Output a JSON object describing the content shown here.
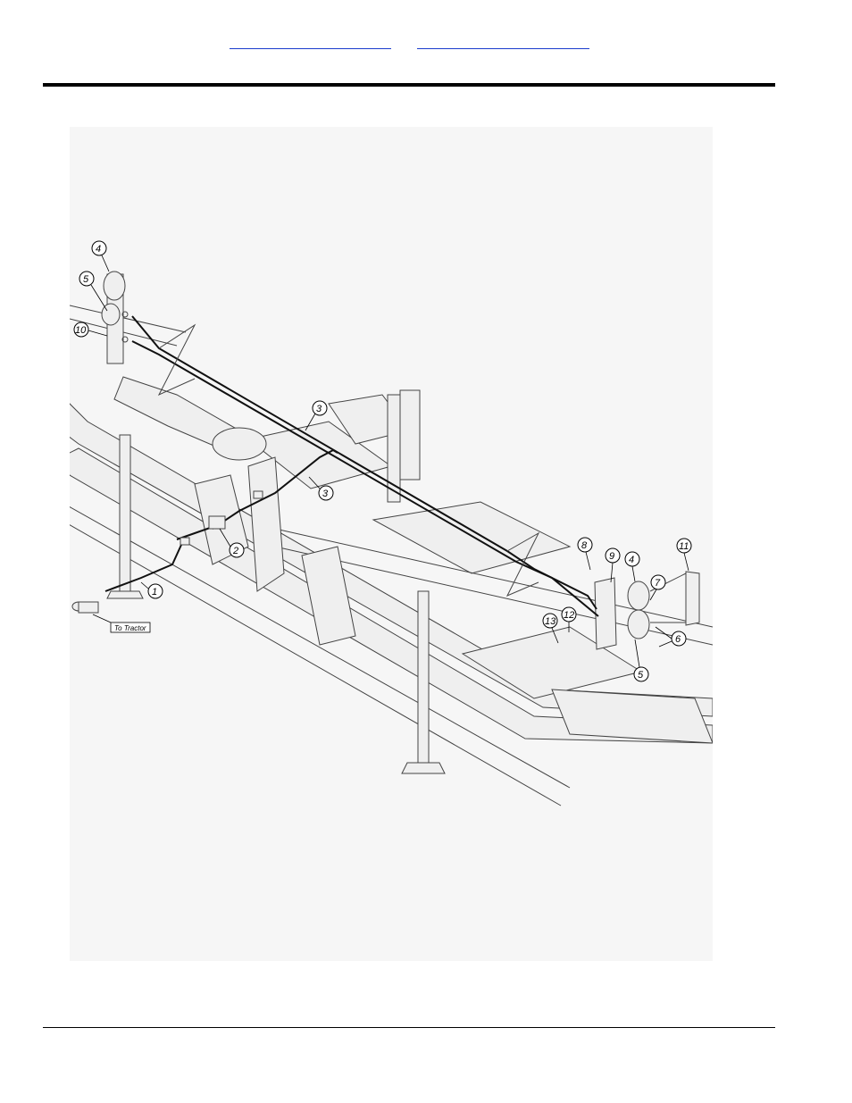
{
  "header": {
    "links": [
      {
        "label": ""
      },
      {
        "label": ""
      }
    ]
  },
  "diagram": {
    "tag_label": "To Tractor",
    "callouts": [
      "1",
      "2",
      "3",
      "3",
      "4",
      "5",
      "10",
      "8",
      "9",
      "4",
      "11",
      "7",
      "6",
      "12",
      "13",
      "5"
    ]
  }
}
